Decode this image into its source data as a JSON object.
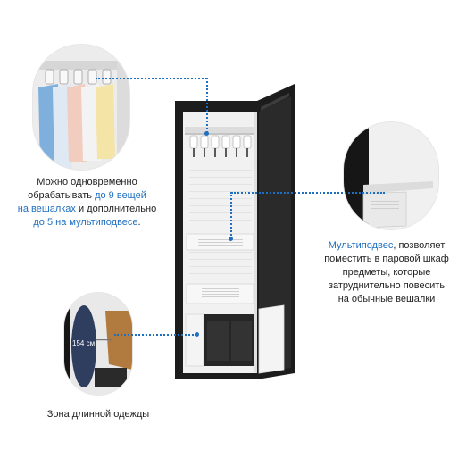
{
  "callouts": {
    "hangers": {
      "line1": "Можно одновременно",
      "line2": "обрабатывать ",
      "line2_hl": "до 9 вещей",
      "line3_hl": "на вешалках",
      "line3": " и дополнительно",
      "line4_hl": "до 5 на мультиподвесе",
      "line4": "."
    },
    "multi": {
      "line1_hl": "Мультиподвес",
      "line1": ", позволяет",
      "line2": "поместить в паровой шкаф",
      "line3": "предметы, которые",
      "line4": "затруднительно повесить",
      "line5": "на обычные вешалки"
    },
    "long": {
      "caption": "Зона длинной одежды",
      "measure": "154 см"
    }
  },
  "colors": {
    "accent": "#1f6fc0",
    "cabinet_frame": "#1c1c1c",
    "cabinet_interior": "#f2f2f2"
  }
}
